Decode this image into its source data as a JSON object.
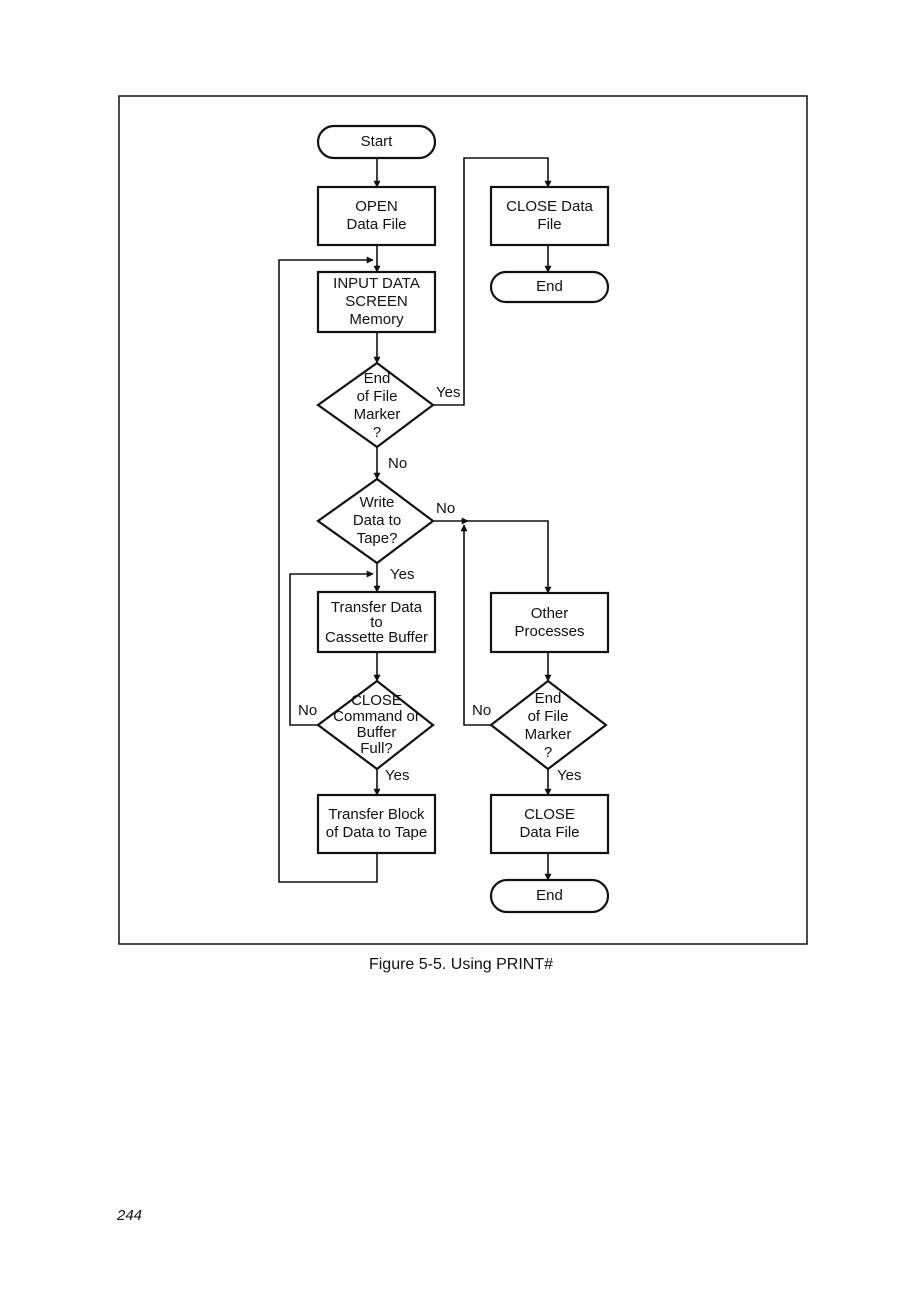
{
  "figure": {
    "caption": "Figure 5-5. Using PRINT#",
    "page_number": "244"
  },
  "nodes": {
    "start": "Start",
    "open_data_file": "OPEN\nData File",
    "input_data": "INPUT DATA\nSCREEN\nMemory",
    "end_of_file_1": "End\nof File\nMarker\n?",
    "write_data": "Write\nData to\nTape?",
    "transfer_data": "Transfer Data\nto\nCassette Buffer",
    "close_or_full": "CLOSE\nCommand or\nBuffer\nFull?",
    "transfer_block": "Transfer Block\nof Data to Tape",
    "close_data_file_1": "CLOSE Data\nFile",
    "end_1": "End",
    "other_processes": "Other\nProcesses",
    "end_of_file_2": "End\nof File\nMarker\n?",
    "close_data_file_2": "CLOSE\nData File",
    "end_2": "End"
  },
  "edge_labels": {
    "eof1_yes": "Yes",
    "eof1_no": "No",
    "write_no": "No",
    "write_yes": "Yes",
    "close_no": "No",
    "close_yes": "Yes",
    "eof2_no": "No",
    "eof2_yes": "Yes"
  },
  "colors": {
    "ink": "#111111",
    "paper": "#ffffff"
  }
}
